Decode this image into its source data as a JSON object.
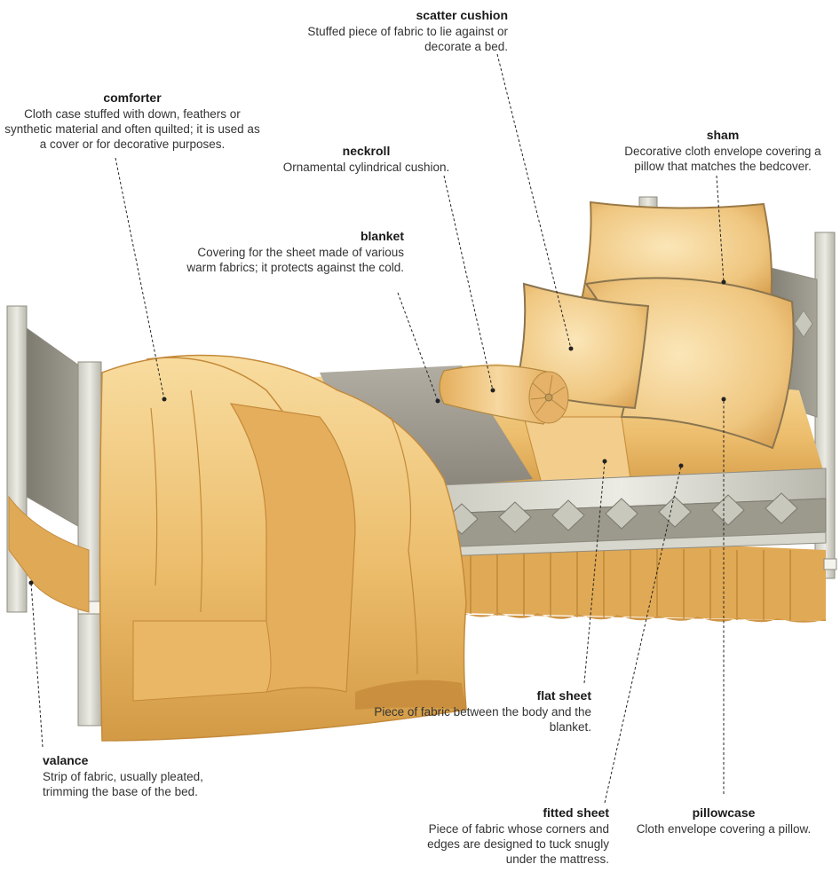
{
  "labels": {
    "scatter_cushion": {
      "term": "scatter cushion",
      "desc": "Stuffed piece of fabric to lie against or decorate a bed."
    },
    "comforter": {
      "term": "comforter",
      "desc": "Cloth case stuffed with down, feathers or synthetic material and often quilted; it is used as a cover or for decorative purposes."
    },
    "neckroll": {
      "term": "neckroll",
      "desc": "Ornamental cylindrical cushion."
    },
    "sham": {
      "term": "sham",
      "desc": "Decorative cloth envelope covering a pillow that matches the bedcover."
    },
    "blanket": {
      "term": "blanket",
      "desc": "Covering for the sheet made of various warm fabrics; it protects against the cold."
    },
    "flat_sheet": {
      "term": "flat sheet",
      "desc": "Piece of fabric between the body and the blanket."
    },
    "valance": {
      "term": "valance",
      "desc": "Strip of fabric, usually pleated, trimming the base of the bed."
    },
    "fitted_sheet": {
      "term": "fitted sheet",
      "desc": "Piece of fabric whose corners and edges are designed to tuck snugly under the mattress."
    },
    "pillowcase": {
      "term": "pillowcase",
      "desc": "Cloth envelope covering a pillow."
    }
  },
  "colors": {
    "fabric_gold": "#e9b765",
    "fabric_light": "#f6d79a",
    "fabric_shadow": "#c48a3a",
    "frame_light": "#dcdcd2",
    "frame_dark": "#8f8c80",
    "blanket_grey": "#9a948a"
  }
}
